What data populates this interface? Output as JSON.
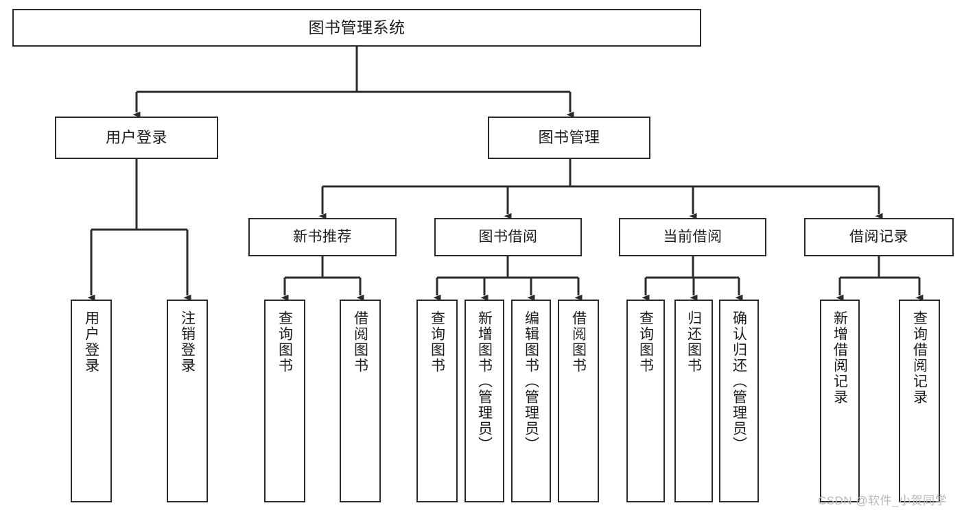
{
  "diagram": {
    "title": "图书管理系统",
    "type": "tree-hierarchy-chart",
    "watermark": "CSDN @软件_小贺同学",
    "colors": {
      "stroke": "#2b2b2b",
      "fill": "#ffffff",
      "text": "#1c1c1c",
      "watermark": "#b9b9b9"
    },
    "root": {
      "label": "图书管理系统"
    },
    "branches": [
      {
        "label": "用户登录"
      },
      {
        "label": "图书管理"
      }
    ],
    "groups": [
      {
        "label": "新书推荐"
      },
      {
        "label": "图书借阅"
      },
      {
        "label": "当前借阅"
      },
      {
        "label": "借阅记录"
      }
    ],
    "leaves": [
      {
        "label": "用户登录",
        "parent": "用户登录"
      },
      {
        "label": "注销登录",
        "parent": "用户登录"
      },
      {
        "label": "查询图书",
        "parent": "新书推荐"
      },
      {
        "label": "借阅图书",
        "parent": "新书推荐"
      },
      {
        "label": "查询图书",
        "parent": "图书借阅"
      },
      {
        "label": "新增图书（管理员）",
        "parent": "图书借阅"
      },
      {
        "label": "编辑图书（管理员）",
        "parent": "图书借阅"
      },
      {
        "label": "借阅图书",
        "parent": "图书借阅"
      },
      {
        "label": "查询图书",
        "parent": "当前借阅"
      },
      {
        "label": "归还图书",
        "parent": "当前借阅"
      },
      {
        "label": "确认归还（管理员）",
        "parent": "当前借阅"
      },
      {
        "label": "新增借阅记录",
        "parent": "借阅记录"
      },
      {
        "label": "查询借阅记录",
        "parent": "借阅记录"
      }
    ]
  }
}
